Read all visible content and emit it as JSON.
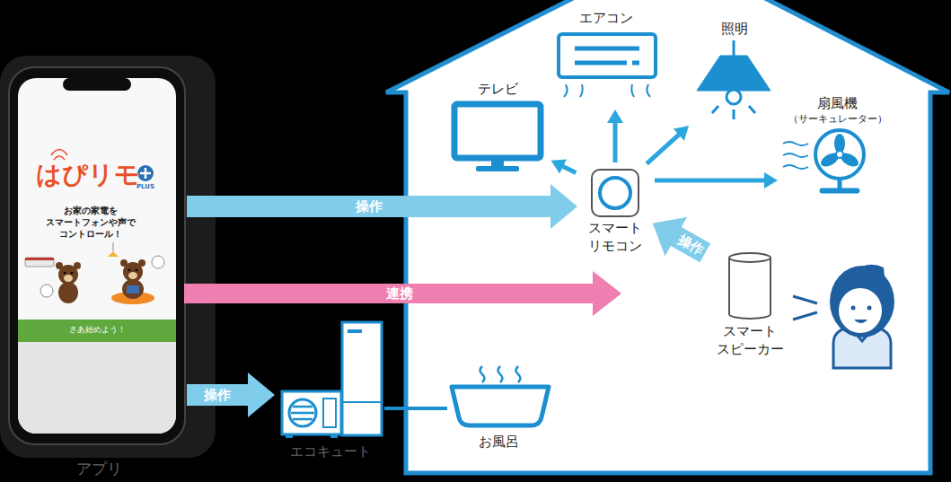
{
  "diagram": {
    "nodes": [
      {
        "text": [
          "はぴリモ",
          "PLUS",
          "お家の家電を スマートフォンや声で コントロール！",
          "さあ始めよう！",
          "アプリ"
        ]
      },
      {
        "text": [
          "エアコン"
        ]
      },
      {
        "text": [
          "照明"
        ]
      },
      {
        "text": [
          "テレビ"
        ]
      },
      {
        "text": [
          "扇風機",
          "（サーキュレーター）"
        ]
      },
      {
        "text": [
          "スマート リモコン"
        ]
      },
      {
        "text": [
          "スマート スピーカー"
        ]
      },
      {
        "text": [
          "お風呂"
        ]
      },
      {
        "text": [
          "エコキュート"
        ]
      }
    ],
    "edges": [
      {
        "from": 0,
        "to": 5,
        "label": "操作",
        "arrow": "to"
      },
      {
        "from": 5,
        "to": 3,
        "arrow": "to"
      },
      {
        "from": 5,
        "to": 1,
        "arrow": "to"
      },
      {
        "from": 5,
        "to": 2,
        "arrow": "to"
      },
      {
        "from": 5,
        "to": 4,
        "arrow": "to"
      },
      {
        "from": 6,
        "to": 5,
        "label": "操作",
        "arrow": "to"
      },
      {
        "from": 0,
        "to": 8,
        "label": "操作",
        "arrow": "to"
      },
      {
        "from": 8,
        "to": 7,
        "arrow": "none"
      }
    ],
    "labels": [
      "連携"
    ]
  }
}
